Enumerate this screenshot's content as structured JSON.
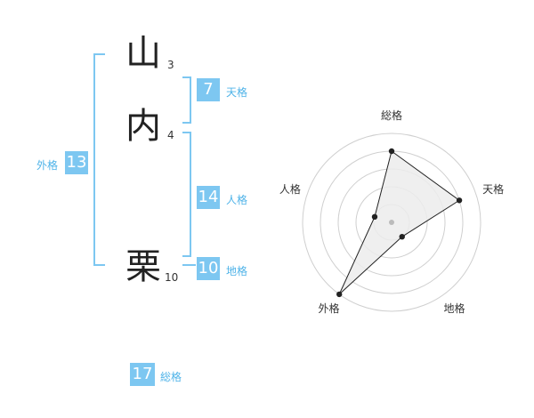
{
  "name": {
    "surname": [
      {
        "char": "山",
        "strokes": "3"
      },
      {
        "char": "内",
        "strokes": "4"
      }
    ],
    "given": [
      {
        "char": "栗",
        "strokes": "10"
      }
    ]
  },
  "fortune": {
    "tenkaku": {
      "value": "7",
      "label": "天格"
    },
    "jinkaku": {
      "value": "14",
      "label": "人格"
    },
    "chikaku": {
      "value": "10",
      "label": "地格"
    },
    "gaikaku": {
      "value": "13",
      "label": "外格"
    },
    "soukaku": {
      "value": "17",
      "label": "総格"
    }
  },
  "colors": {
    "accent": "#7dc7f1",
    "label": "#4fb3e8",
    "bracket": "#7dc7f1",
    "radar_fill": "#ececec"
  },
  "chart_data": {
    "type": "radar",
    "axes": [
      "総格",
      "天格",
      "地格",
      "外格",
      "人格"
    ],
    "levels": 5,
    "max": 5,
    "values": [
      4,
      4,
      1,
      5,
      1
    ]
  }
}
